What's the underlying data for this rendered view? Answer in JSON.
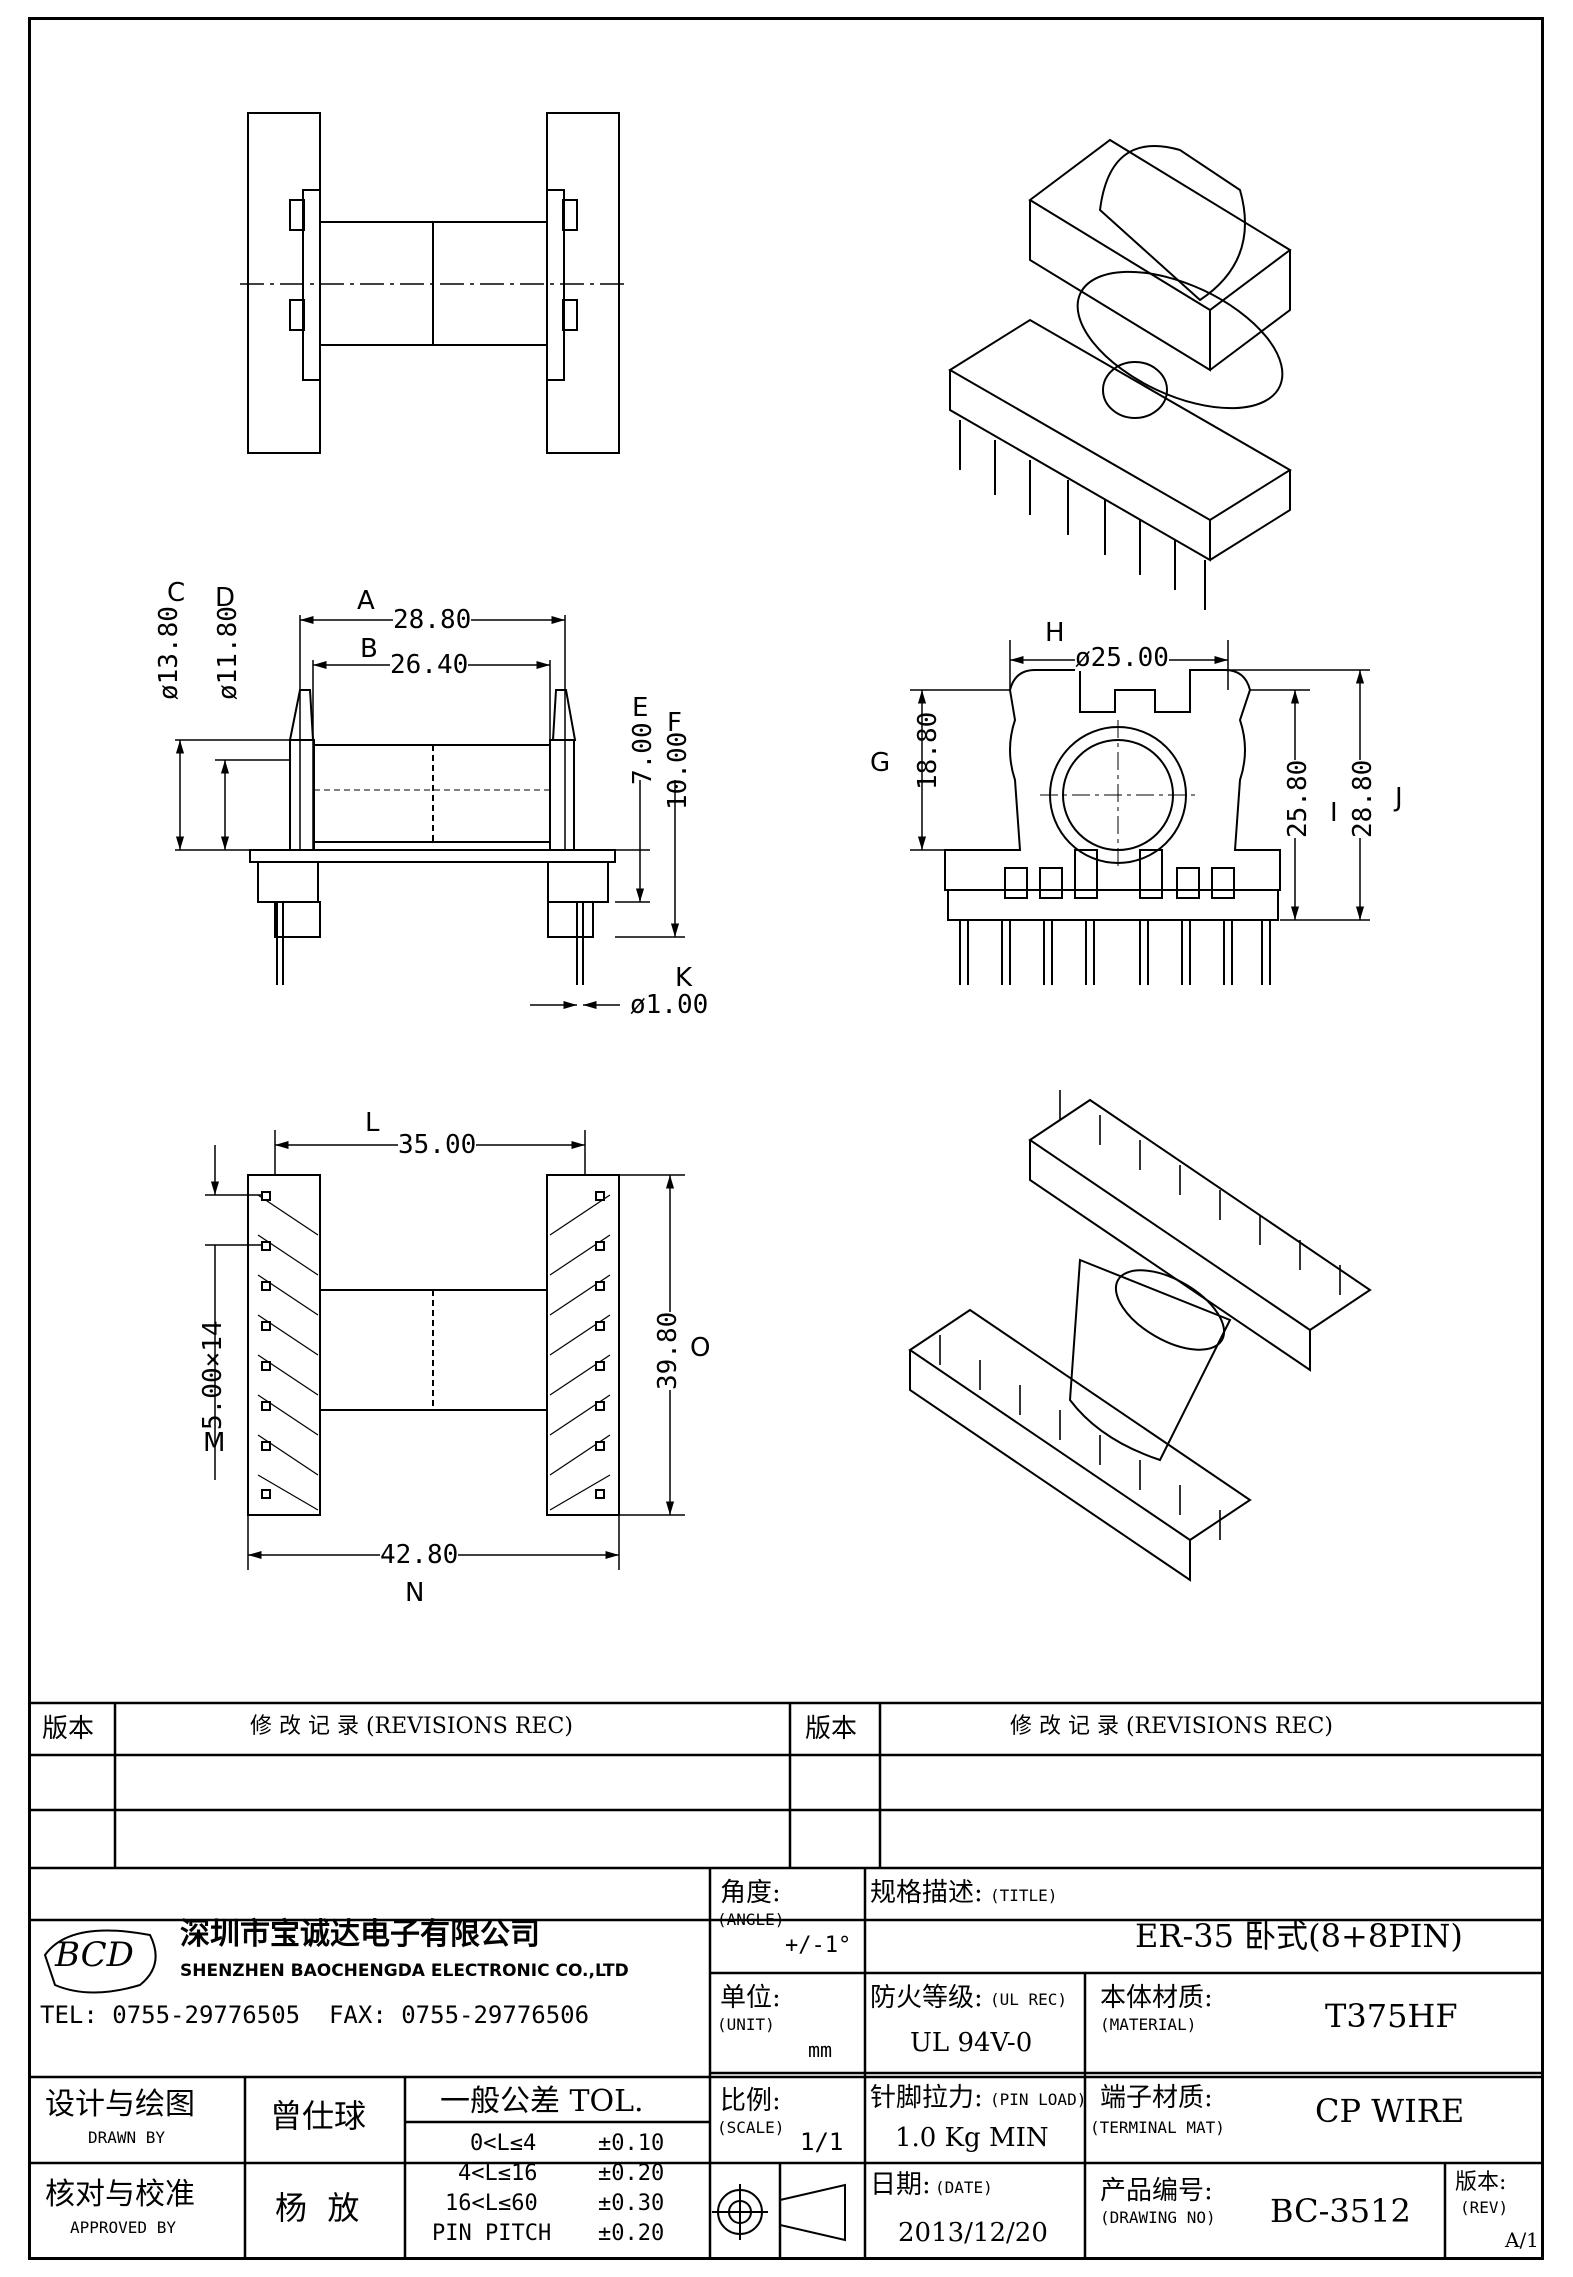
{
  "dims": {
    "A": "28.80",
    "B": "26.40",
    "C": "ø13.80",
    "D": "ø11.80",
    "E": "7.00",
    "F": "10.00",
    "G": "18.80",
    "H": "ø25.00",
    "I": "25.80",
    "J": "28.80",
    "K": "ø1.00",
    "L": "35.00",
    "M": "5.00×14",
    "N": "42.80",
    "O": "39.80"
  },
  "labels": [
    "A",
    "B",
    "C",
    "D",
    "E",
    "F",
    "G",
    "H",
    "I",
    "J",
    "K",
    "L",
    "M",
    "N",
    "O"
  ],
  "revisions": {
    "ver_label": "版本",
    "record_label": "修 改 记 录 (REVISIONS REC)"
  },
  "company": {
    "logo_text": "BCD",
    "name_cn": "深圳市宝诚达电子有限公司",
    "name_en": "SHENZHEN BAOCHENGDA ELECTRONIC CO.,LTD",
    "contact": "TEL: 0755-29776505  FAX: 0755-29776506"
  },
  "title_block": {
    "angle_label": "角度:",
    "angle_en": "(ANGLE)",
    "angle_value": "+/-1°",
    "unit_label": "单位:",
    "unit_en": "(UNIT)",
    "unit_value": "mm",
    "scale_label": "比例:",
    "scale_en": "(SCALE)",
    "scale_value": "1/1",
    "title_label": "规格描述:",
    "title_en": "(TITLE)",
    "title_value": "ER-35 卧式(8+8PIN)",
    "ul_label": "防火等级:",
    "ul_en": "(UL REC)",
    "ul_value": "UL 94V-0",
    "material_label": "本体材质:",
    "material_en": "(MATERIAL)",
    "material_value": "T375HF",
    "pin_label": "针脚拉力:",
    "pin_en": "(PIN LOAD)",
    "pin_value": "1.0 Kg MIN",
    "terminal_label": "端子材质:",
    "terminal_en": "(TERMINAL MAT)",
    "terminal_value": "CP WIRE",
    "date_label": "日期:",
    "date_en": "(DATE)",
    "date_value": "2013/12/20",
    "drawing_label": "产品编号:",
    "drawing_en": "(DRAWING NO)",
    "drawing_value": "BC-3512",
    "rev_label": "版本:",
    "rev_en": "(REV)",
    "rev_value": "A/1",
    "drawn_label": "设计与绘图",
    "drawn_en": "DRAWN BY",
    "drawn_value": "曾仕球",
    "approved_label": "核对与校准",
    "approved_en": "APPROVED BY",
    "approved_value": "杨  放",
    "tol_title": "一般公差 TOL.",
    "tol_rows": [
      {
        "range": "0<L≤4",
        "value": "±0.10"
      },
      {
        "range": "4<L≤16",
        "value": "±0.20"
      },
      {
        "range": "16<L≤60",
        "value": "±0.30"
      },
      {
        "range": "PIN PITCH",
        "value": "±0.20"
      }
    ]
  }
}
